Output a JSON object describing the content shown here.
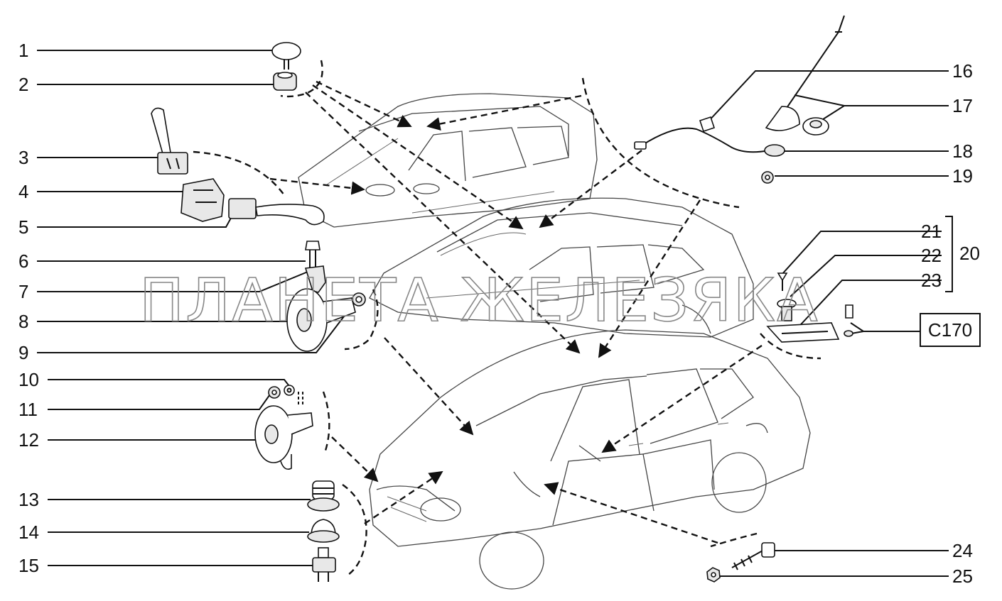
{
  "callouts_left": [
    "1",
    "2",
    "3",
    "4",
    "5",
    "6",
    "7",
    "8",
    "9",
    "10",
    "11",
    "12",
    "13",
    "14",
    "15"
  ],
  "callouts_right": [
    "16",
    "17",
    "18",
    "19",
    "21",
    "22",
    "23",
    "20",
    "24",
    "25"
  ],
  "boxed_label": "C170",
  "watermark": "ПЛАНЕТА ЖЕЛЕЗЯКА",
  "colors": {
    "ink": "#111111",
    "car_outline": "#444444",
    "background": "#ffffff"
  }
}
